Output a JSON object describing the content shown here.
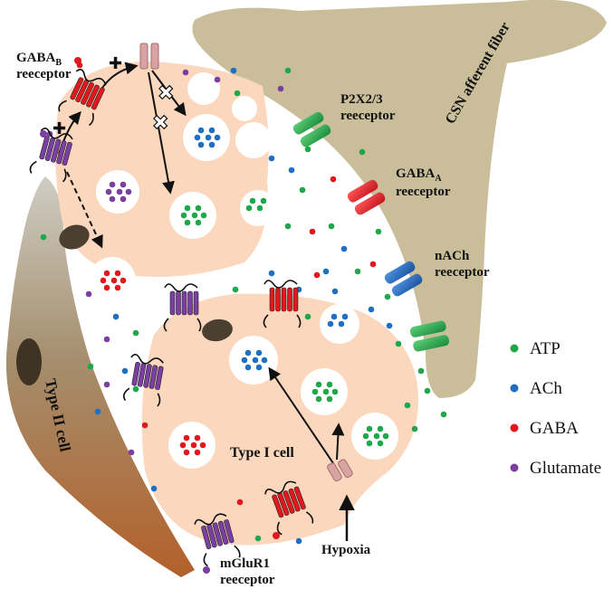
{
  "colors": {
    "atp": "#1fa84a",
    "ach": "#1f6fc2",
    "gaba": "#e0191e",
    "glutamate": "#7a3fa0",
    "type1_cell": "#fbd7bd",
    "fiber": "#c9bd9a",
    "type2_cell_top": "#c8c6bd",
    "type2_cell_bottom": "#b5642a",
    "nucleus": "#4a3f30",
    "hypoxia_channel": "#d9a3a3"
  },
  "labels": {
    "gabab_main": "GABA",
    "gabab_sub": "B",
    "gabab_line2": "reeceptor",
    "p2x_line1": "P2X2/3",
    "p2x_line2": "reeceptor",
    "gabaa_main": "GABA",
    "gabaa_sub": "A",
    "gabaa_line2": "reeceptor",
    "nach_line1": "nACh",
    "nach_line2": "reeceptor",
    "csn": "CSN afferent fiber",
    "type2": "Type II cell",
    "type1": "Type I cell",
    "hypoxia": "Hypoxia",
    "mglur_line1": "mGluR1",
    "mglur_line2": "reeceptor",
    "plus1": "✚",
    "plus2": "✚",
    "cross1": "✖",
    "cross2": "✖"
  },
  "legend": [
    {
      "label": "ATP",
      "color_key": "atp"
    },
    {
      "label": "ACh",
      "color_key": "ach"
    },
    {
      "label": "GABA",
      "color_key": "gaba"
    },
    {
      "label": "Glutamate",
      "color_key": "glutamate"
    }
  ]
}
